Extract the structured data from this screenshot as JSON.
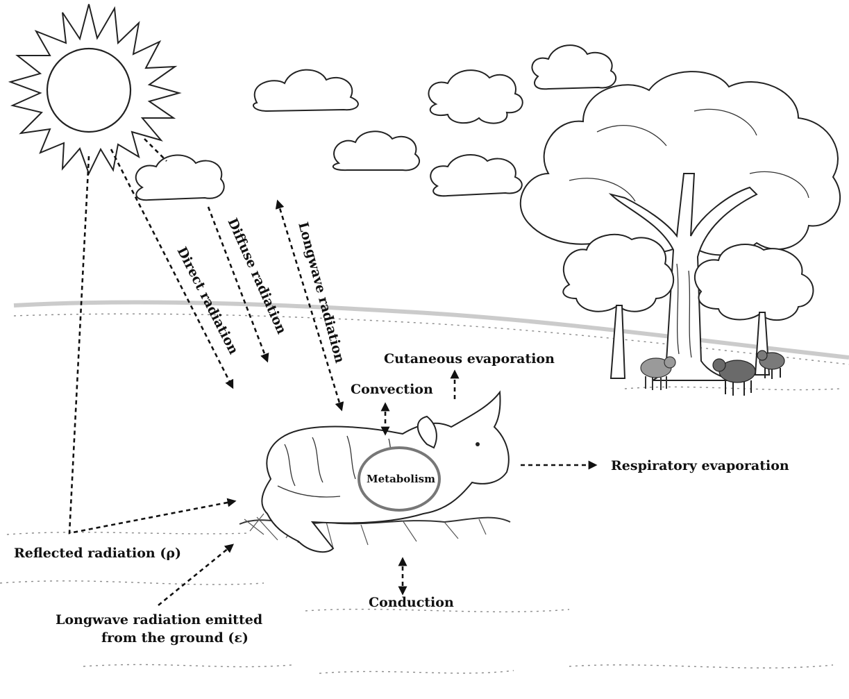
{
  "labels": {
    "direct_radiation": "Direct radiation",
    "diffuse_radiation": "Diffuse radiation",
    "longwave_radiation": "Longwave radiation",
    "cutaneous_evaporation": "Cutaneous evaporation",
    "convection": "Convection",
    "metabolism": "Metabolism",
    "respiratory_evaporation": "Respiratory evaporation",
    "reflected_radiation": "Reflected radiation (ρ)",
    "longwave_ground_line1": "Longwave radiation emitted",
    "longwave_ground_line2": "from the ground (ε)",
    "conduction": "Conduction"
  }
}
